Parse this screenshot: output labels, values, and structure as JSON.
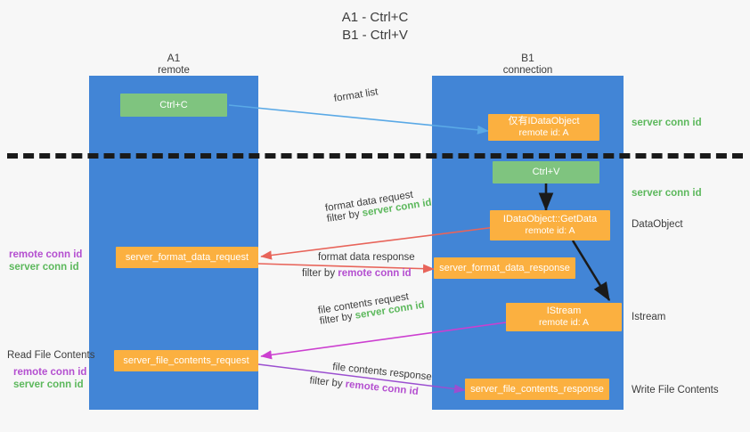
{
  "title": {
    "line1": "A1 - Ctrl+C",
    "line2": "B1 - Ctrl+V"
  },
  "lanes": [
    {
      "name": "A1",
      "subtitle": "remote"
    },
    {
      "name": "B1",
      "subtitle": "connection"
    }
  ],
  "nodes": {
    "ctrl_c": {
      "line1": "Ctrl+C",
      "line2": ""
    },
    "idataobject": {
      "line1": "仅有IDataObject",
      "line2": "remote id: A"
    },
    "ctrl_v": {
      "line1": "Ctrl+V",
      "line2": ""
    },
    "getdata": {
      "line1": "IDataObject::GetData",
      "line2": "remote id: A"
    },
    "istream": {
      "line1": "IStream",
      "line2": "remote id: A"
    },
    "format_data_request": {
      "line1": "server_format_data_request",
      "line2": ""
    },
    "format_data_response": {
      "line1": "server_format_data_response",
      "line2": ""
    },
    "file_contents_request": {
      "line1": "server_file_contents_request",
      "line2": ""
    },
    "file_contents_response": {
      "line1": "server_file_contents_response",
      "line2": ""
    }
  },
  "edges": {
    "format_list": "format list",
    "format_data_request_l1": "format data request",
    "format_data_request_l2_pre": "filter by ",
    "format_data_request_l2_key": "server conn id",
    "format_data_response_l1": "format data response",
    "format_data_response_l2_pre": "filter by ",
    "format_data_response_l2_key": "remote conn id",
    "file_contents_request_l1": "file contents request",
    "file_contents_request_l2_pre": "filter by ",
    "file_contents_request_l2_key": "server conn id",
    "file_contents_response_l1": "file contents response",
    "file_contents_response_l2_pre": "filter by ",
    "file_contents_response_l2_key": "remote conn id"
  },
  "annotations": {
    "right_server_conn_id_top": "server conn id",
    "right_server_conn_id_mid": "server conn id",
    "right_dataobject": "DataObject",
    "right_istream": "Istream",
    "right_write_file_contents": "Write File Contents",
    "left_remote_conn_id_top": "remote conn id",
    "left_server_conn_id_top": "server conn id",
    "left_read_file_contents": "Read File Contents",
    "left_remote_conn_id_bottom": "remote conn id",
    "left_server_conn_id_bottom": "server conn id"
  },
  "colors": {
    "lane": "#4285d6",
    "green_node": "#7fc47f",
    "orange_node": "#fbb040",
    "server_conn_id": "#5cb85c",
    "remote_conn_id": "#b44fd0",
    "arrow_blue": "#5aa9e6",
    "arrow_red": "#e8645a",
    "arrow_magenta": "#cc3fd0",
    "arrow_purple": "#9b4fd0",
    "arrow_black": "#1a1a1a"
  }
}
